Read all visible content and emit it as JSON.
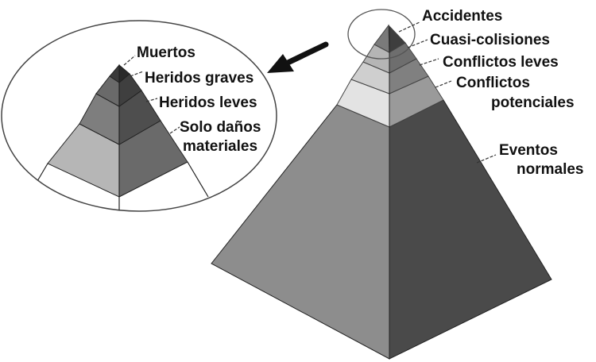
{
  "main_pyramid": {
    "labels": {
      "accidentes": "Accidentes",
      "cuasi_colisiones": "Cuasi-colisiones",
      "conflictos_leves": "Conflictos leves",
      "conflictos_potenciales_1": "Conflictos",
      "conflictos_potenciales_2": "potenciales",
      "eventos_normales_1": "Eventos",
      "eventos_normales_2": "normales"
    }
  },
  "zoom_pyramid": {
    "labels": {
      "muertos": "Muertos",
      "heridos_graves": "Heridos graves",
      "heridos_leves": "Heridos leves",
      "solo_danos_1": "Solo daños",
      "solo_danos_2": "materiales"
    }
  },
  "colors": {
    "dark_face": "#4a4a4a",
    "light_face": "#8d8d8d",
    "pale_tier": "#d8d8d8",
    "mid_tier": "#b0b0b0",
    "outline": "#222222"
  }
}
